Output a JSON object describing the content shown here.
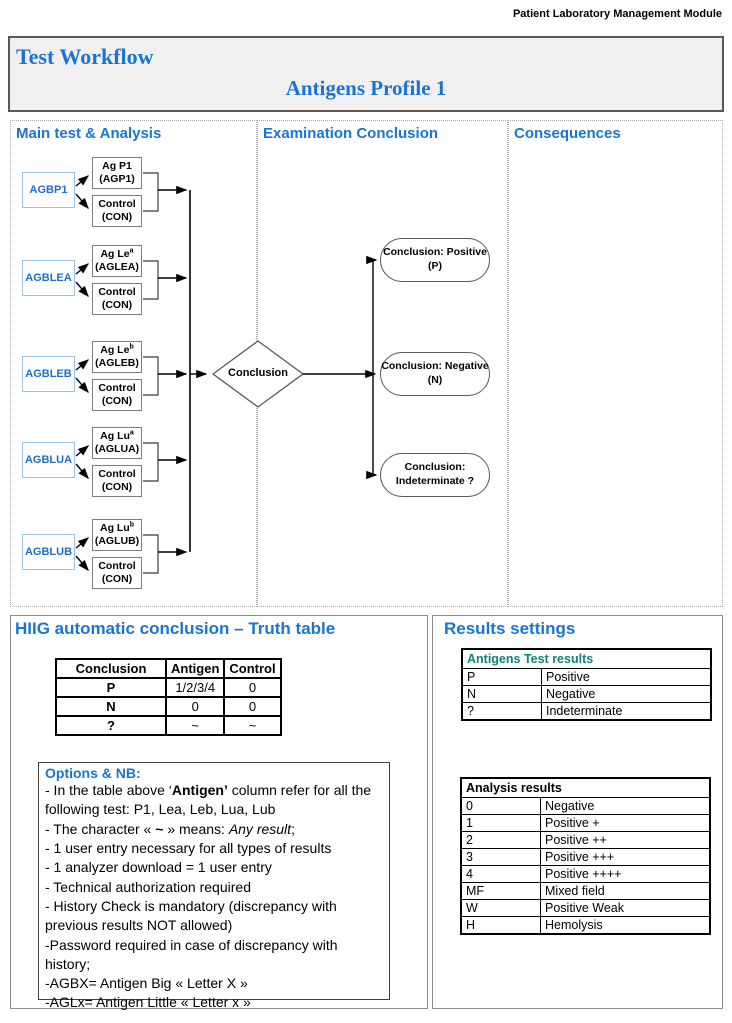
{
  "page": {
    "module_label": "Patient Laboratory Management Module",
    "title": "Test Workflow",
    "subtitle": "Antigens Profile 1"
  },
  "columns": [
    {
      "label": "Main test & Analysis"
    },
    {
      "label": "Examination Conclusion"
    },
    {
      "label": "Consequences"
    }
  ],
  "workflow": {
    "tests": [
      {
        "label": "AGBP1",
        "antigen": "Ag P1",
        "antigen_sup": "",
        "antigen_code": "(AGP1)",
        "control": "Control",
        "control_code": "(CON)"
      },
      {
        "label": "AGBLEA",
        "antigen": "Ag Le",
        "antigen_sup": "a",
        "antigen_code": "(AGLEA)",
        "control": "Control",
        "control_code": "(CON)"
      },
      {
        "label": "AGBLEB",
        "antigen": "Ag Le",
        "antigen_sup": "b",
        "antigen_code": "(AGLEB)",
        "control": "Control",
        "control_code": "(CON)"
      },
      {
        "label": "AGBLUA",
        "antigen": "Ag Lu",
        "antigen_sup": "a",
        "antigen_code": "(AGLUA)",
        "control": "Control",
        "control_code": "(CON)"
      },
      {
        "label": "AGBLUB",
        "antigen": "Ag Lu",
        "antigen_sup": "b",
        "antigen_code": "(AGLUB)",
        "control": "Control",
        "control_code": "(CON)"
      }
    ],
    "decision_label": "Conclusion",
    "outcomes": [
      {
        "line1": "Conclusion: Positive",
        "line2": "(P)"
      },
      {
        "line1": "Conclusion: Negative",
        "line2": "(N)"
      },
      {
        "line1": "Conclusion:",
        "line2": "Indeterminate ?"
      }
    ]
  },
  "truth_section": {
    "heading": "HIIG automatic conclusion – Truth table",
    "table": {
      "headers": [
        "Conclusion",
        "Antigen",
        "Control"
      ],
      "rows": [
        [
          "P",
          "1/2/3/4",
          "0"
        ],
        [
          "N",
          "0",
          "0"
        ],
        [
          "?",
          "~",
          "~"
        ]
      ]
    },
    "options": {
      "heading": "Options & NB:",
      "lines": [
        [
          {
            "t": "- In the table above ‘"
          },
          {
            "t": "Antigen’",
            "b": true
          },
          {
            "t": " column refer for all the following test: P1, Lea, Leb, Lua, Lub"
          }
        ],
        [
          {
            "t": "- The character « "
          },
          {
            "t": "~",
            "b": true
          },
          {
            "t": " » means: "
          },
          {
            "t": "Any result",
            "i": true
          },
          {
            "t": ";"
          }
        ],
        [
          {
            "t": "- 1 user entry necessary for all types of results"
          }
        ],
        [
          {
            "t": "- 1 analyzer download = 1 user entry"
          }
        ],
        [
          {
            "t": "- Technical authorization required"
          }
        ],
        [
          {
            "t": "- History Check is mandatory (discrepancy with previous results NOT allowed)"
          }
        ],
        [
          {
            "t": "-Password required in case of discrepancy with history;"
          }
        ],
        [
          {
            "t": "-AGBX= Antigen Big « Letter X »"
          }
        ],
        [
          {
            "t": "-AGLx= Antigen Little « Letter x »"
          }
        ]
      ]
    }
  },
  "results_section": {
    "heading": "Results settings",
    "antigens_table": {
      "title": "Antigens Test results",
      "rows": [
        [
          "P",
          "Positive"
        ],
        [
          "N",
          "Negative"
        ],
        [
          "?",
          "Indeterminate"
        ]
      ]
    },
    "analysis_table": {
      "title": "Analysis results",
      "rows": [
        [
          "0",
          "Negative"
        ],
        [
          "1",
          "Positive +"
        ],
        [
          "2",
          "Positive ++"
        ],
        [
          "3",
          "Positive +++"
        ],
        [
          "4",
          "Positive ++++"
        ],
        [
          "MF",
          "Mixed field"
        ],
        [
          "W",
          "Positive Weak"
        ],
        [
          "H",
          "Hemolysis"
        ]
      ]
    }
  },
  "colors": {
    "heading_blue": "#1b74d4",
    "label_blue": "#1f6ec6",
    "teal": "#0f837d",
    "box_border_gray": "#7f7f7f",
    "light_blue_border": "#9dc3e6"
  }
}
